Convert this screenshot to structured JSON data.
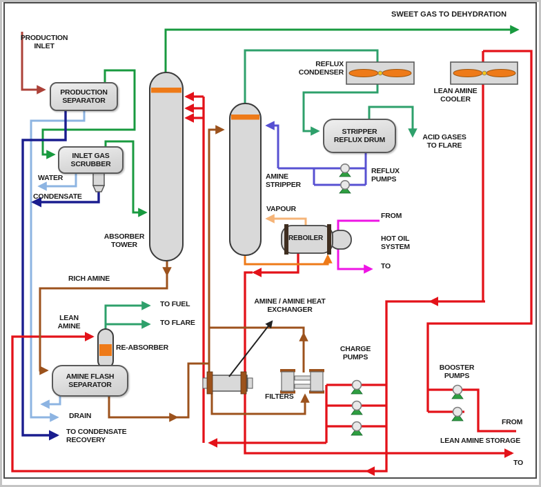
{
  "labels": {
    "production_inlet": "PRODUCTION\nINLET",
    "water": "WATER",
    "condensate": "CONDENSATE",
    "absorber_tower": "ABSORBER\nTOWER",
    "rich_amine": "RICH AMINE",
    "lean_amine": "LEAN\nAMINE",
    "to_fuel": "TO FUEL",
    "to_flare": "TO FLARE",
    "re_absorber": "RE-ABSORBER",
    "drain": "DRAIN",
    "to_condensate_recovery": "TO CONDENSATE\nRECOVERY",
    "sweet_gas": "SWEET GAS TO DEHYDRATION",
    "reflux_condenser": "REFLUX\nCONDENSER",
    "lean_amine_cooler": "LEAN AMINE\nCOOLER",
    "acid_gases_to_flare": "ACID GASES\nTO FLARE",
    "reflux_pumps": "REFLUX\nPUMPS",
    "amine_stripper": "AMINE\nSTRIPPER",
    "vapour": "VAPOUR",
    "reboiler": "REBOILER",
    "hot_oil_from": "FROM",
    "hot_oil_system": "HOT OIL\nSYSTEM",
    "hot_oil_to": "TO",
    "heat_exchanger": "AMINE / AMINE  HEAT\nEXCHANGER",
    "filters": "FILTERS",
    "charge_pumps": "CHARGE\nPUMPS",
    "booster_pumps": "BOOSTER\nPUMPS",
    "storage_from": "FROM",
    "lean_amine_storage": "LEAN AMINE  STORAGE",
    "storage_to": "TO"
  },
  "equipment": {
    "production_separator": "PRODUCTION\nSEPARATOR",
    "inlet_gas_scrubber": "INLET GAS\nSCRUBBER",
    "amine_flash_separator": "AMINE FLASH\nSEPARATOR",
    "stripper_reflux_drum": "STRIPPER\nREFLUX DRUM"
  },
  "colors": {
    "production_inlet_dark_red": "#AC4138",
    "gas_green": "#189A3F",
    "flare_green": "#2EA06B",
    "lean_amine_red": "#E31219",
    "rich_amine_brown": "#9C521C",
    "condensate_navy": "#1A1D8F",
    "water_light_blue": "#8DB4E2",
    "reflux_purple": "#5750D2",
    "reboil_orange": "#EE7A18",
    "vapour_peach": "#F5B478",
    "hot_oil_magenta": "#EE14E4",
    "vessel_gray": "#D9D9D9",
    "vessel_band_orange": "#EE7A18",
    "pump_base_green": "#2E9E40"
  }
}
